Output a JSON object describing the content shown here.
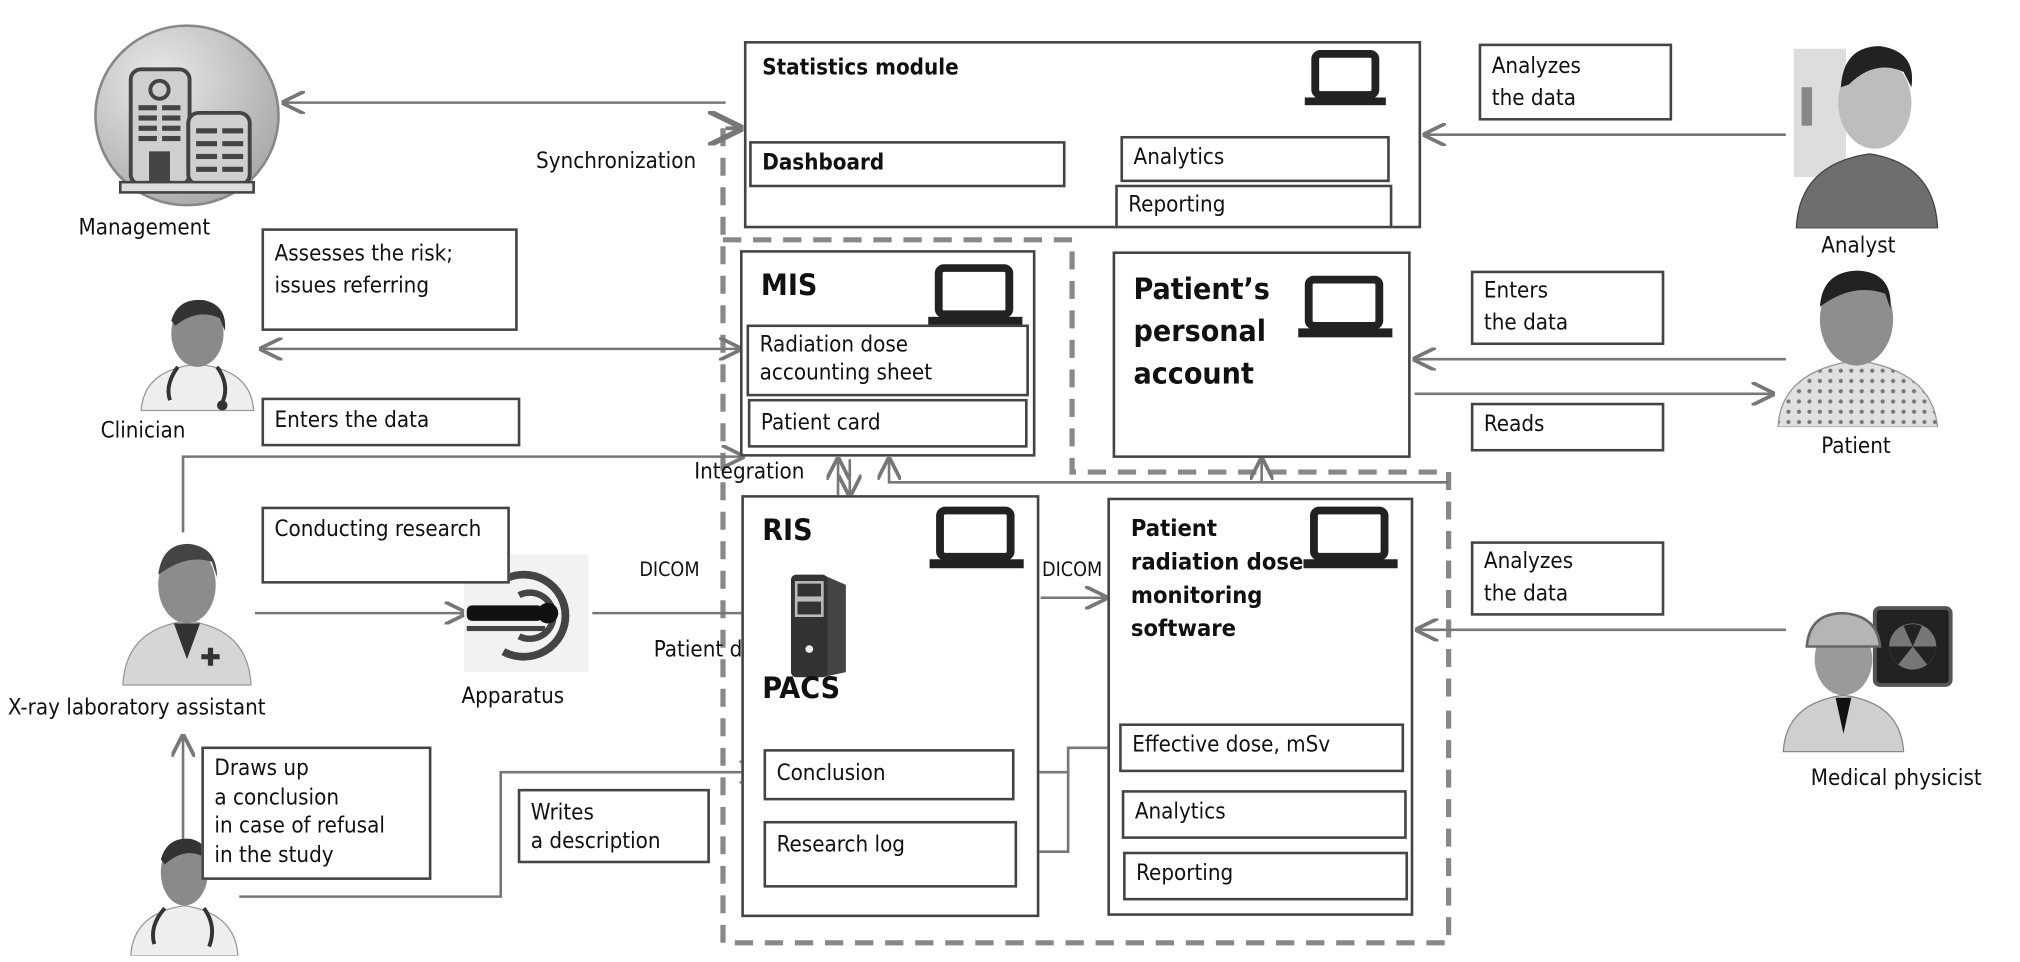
{
  "diagram": {
    "actors": {
      "management": "Management",
      "clinician": "Clinician",
      "xray_assistant": "X-ray laboratory assistant",
      "apparatus": "Apparatus",
      "analyst": "Analyst",
      "patient": "Patient",
      "medical_physicist": "Medical physicist"
    },
    "systems": {
      "statistics": {
        "title": "Statistics module",
        "dashboard": "Dashboard",
        "analytics": "Analytics",
        "reporting": "Reporting"
      },
      "mis": {
        "title": "MIS",
        "dose_sheet": "Radiation dose\naccounting sheet",
        "patient_card": "Patient card"
      },
      "personal_account": {
        "title": "Patient’s\npersonal\naccount"
      },
      "ris_pacs": {
        "ris_title": "RIS",
        "pacs_title": "PACS",
        "conclusion": "Conclusion",
        "research_log": "Research log"
      },
      "dose_monitoring": {
        "title": "Patient\nradiation dose\nmonitoring\nsoftware",
        "effective_dose": "Effective dose, mSv",
        "analytics": "Analytics",
        "reporting": "Reporting"
      }
    },
    "action_notes": {
      "assesses_risk": "Assesses the risk;\nissues referring",
      "clinician_enters": "Enters the data",
      "conducting_research": "Conducting research",
      "draws_conclusion": "Draws up\na conclusion\nin case of refusal\nin the study",
      "writes_description": "Writes\na description",
      "analyst_analyzes": "Analyzes\nthe data",
      "patient_enters": "Enters\nthe data",
      "patient_reads": "Reads",
      "physicist_analyzes": "Analyzes\nthe data"
    },
    "connector_labels": {
      "synchronization": "Synchronization",
      "integration": "Integration",
      "dicom_in": "DICOM",
      "dicom_out": "DICOM",
      "patient_data": "Patient data"
    },
    "icons": {
      "management": "hospital-building-icon",
      "clinician": "doctor-stethoscope-icon",
      "xray_assistant": "medical-assistant-icon",
      "apparatus": "ct-scanner-icon",
      "analyst": "analyst-person-icon",
      "patient": "patient-gown-icon",
      "medical_physicist": "physicist-radiation-icon",
      "laptop": "laptop-icon",
      "server": "server-tower-icon"
    },
    "colors": {
      "line": "#777777",
      "border": "#444444",
      "dashed": "#888888",
      "text": "#111111"
    }
  }
}
